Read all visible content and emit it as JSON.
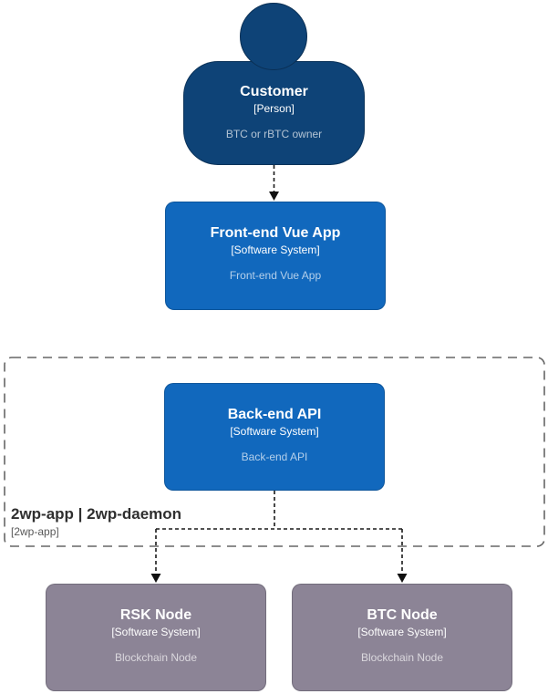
{
  "page": {
    "background": "#FFFFFF"
  },
  "diagram": {
    "type": "c4-context-diagram",
    "colors": {
      "person_fill": "#0E4377",
      "system_fill": "#1168BD",
      "node_fill_gray": "#8C8496",
      "boundary_border": "#666666",
      "connector": "#1A1A1A",
      "text_on_node": "#FFFFFF",
      "description_text": "rgba(255,255,255,0.68)"
    },
    "nodes": {
      "customer": {
        "title": "Customer",
        "meta": "[Person]",
        "description": "BTC or rBTC owner",
        "shape": "person",
        "fill": "#0E4377"
      },
      "frontend": {
        "title": "Front-end Vue App",
        "meta": "[Software System]",
        "description": "Front-end Vue App",
        "shape": "rounded-box",
        "fill": "#1168BD"
      },
      "backend": {
        "title": "Back-end API",
        "meta": "[Software System]",
        "description": "Back-end API",
        "shape": "rounded-box",
        "fill": "#1168BD"
      },
      "rsk_node": {
        "title": "RSK Node",
        "meta": "[Software System]",
        "description": "Blockchain Node",
        "shape": "rounded-box",
        "fill": "#8C8496"
      },
      "btc_node": {
        "title": "BTC Node",
        "meta": "[Software System]",
        "description": "Blockchain Node",
        "shape": "rounded-box",
        "fill": "#8C8496"
      }
    },
    "boundary": {
      "title": "2wp-app | 2wp-daemon",
      "meta": "[2wp-app]"
    },
    "connectors": [
      {
        "from": "customer",
        "to": "frontend",
        "style": "dashed-arrow"
      },
      {
        "from": "backend",
        "to": "rsk_node",
        "style": "dashed-arrow"
      },
      {
        "from": "backend",
        "to": "btc_node",
        "style": "dashed-arrow"
      }
    ]
  }
}
